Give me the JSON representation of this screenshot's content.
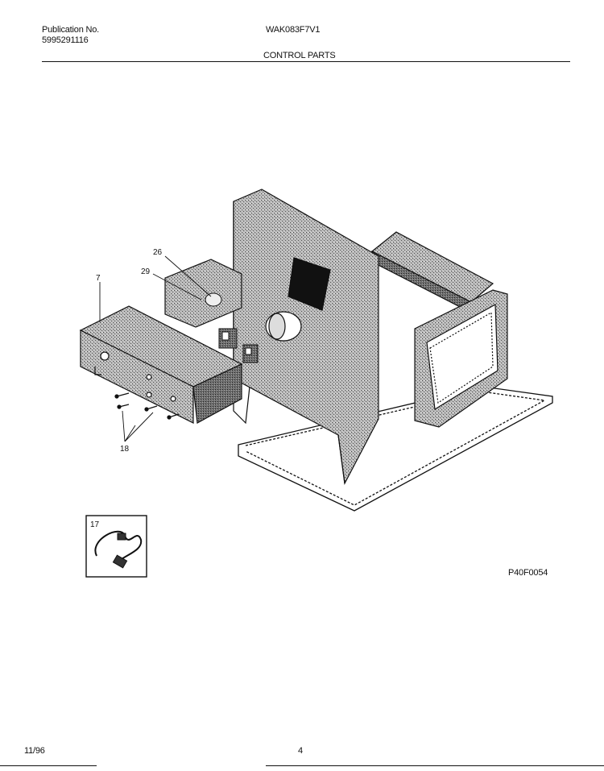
{
  "header": {
    "publication_label": "Publication No.",
    "publication_number": "5995291116",
    "model": "WAK083F7V1",
    "section_title": "CONTROL PARTS"
  },
  "diagram": {
    "callouts": [
      "26",
      "29",
      "7",
      "18",
      "17"
    ],
    "figure_code": "P40F0054"
  },
  "footer": {
    "date": "11/96",
    "page_number": "4"
  }
}
